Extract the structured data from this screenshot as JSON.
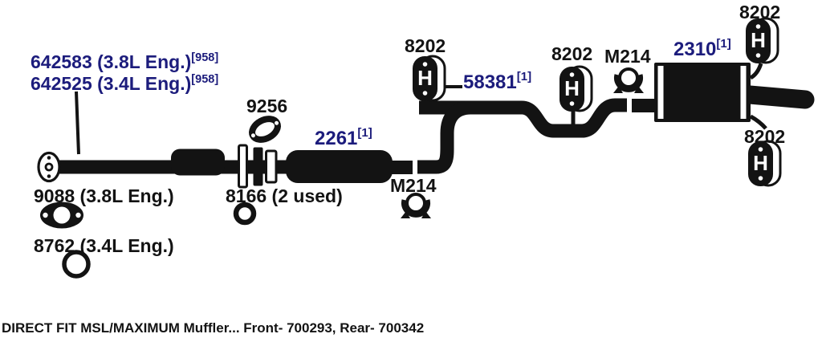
{
  "colors": {
    "ink": "#131313",
    "part_blue": "#1c1c7c"
  },
  "labels": {
    "front_pipe_38l": "642583 (3.8L Eng.)",
    "front_pipe_38l_sup": "[958]",
    "front_pipe_34l": "642525 (3.4L Eng.)",
    "front_pipe_34l_sup": "[958]",
    "flange_gasket": "9256",
    "resonator": "2261",
    "resonator_sup": "[1]",
    "hanger": "8202",
    "intermediate_pipe": "58381",
    "intermediate_pipe_sup": "[1]",
    "clamp": "M214",
    "muffler": "2310",
    "muffler_sup": "[1]",
    "front_gasket_38l": "9088 (3.8L Eng.)",
    "flange_ring": "8166 (2 used)",
    "front_gasket_34l": "8762 (3.4L Eng.)"
  },
  "icons": {
    "hanger_glyph": "H"
  },
  "caption": "DIRECT FIT MSL/MAXIMUM Muffler... Front- 700293, Rear- 700342"
}
